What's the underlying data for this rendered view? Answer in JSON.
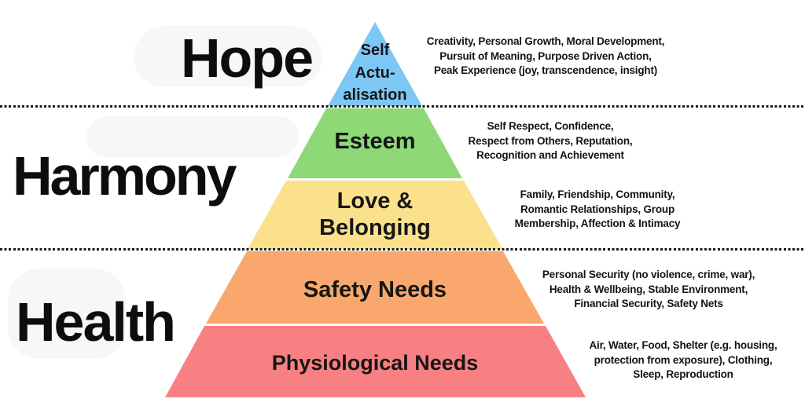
{
  "groups": {
    "hope": "Hope",
    "harmony": "Harmony",
    "health": "Health"
  },
  "pyramid": {
    "levels": [
      {
        "name": "self-actualisation",
        "label": "Self\nActu-\nalisation",
        "color": "#7cc7f3",
        "description": "Creativity, Personal Growth, Moral Development,\nPursuit of Meaning, Purpose Driven Action,\nPeak Experience (joy, transcendence, insight)"
      },
      {
        "name": "esteem",
        "label": "Esteem",
        "color": "#8ed877",
        "description": "Self Respect, Confidence,\nRespect from Others, Reputation,\nRecognition and Achievement"
      },
      {
        "name": "love-belonging",
        "label": "Love &\nBelonging",
        "color": "#fbe18c",
        "description": "Family, Friendship, Community,\nRomantic Relationships, Group\nMembership, Affection & Intimacy"
      },
      {
        "name": "safety-needs",
        "label": "Safety Needs",
        "color": "#f9a76c",
        "description": "Personal Security (no violence, crime, war),\nHealth & Wellbeing, Stable Environment,\nFinancial Security, Safety Nets"
      },
      {
        "name": "physiological-needs",
        "label": "Physiological Needs",
        "color": "#f88083",
        "description": "Air, Water, Food, Shelter (e.g. housing,\nprotection from exposure), Clothing,\nSleep, Reproduction"
      }
    ],
    "separator_color": "#1a1a1a"
  }
}
